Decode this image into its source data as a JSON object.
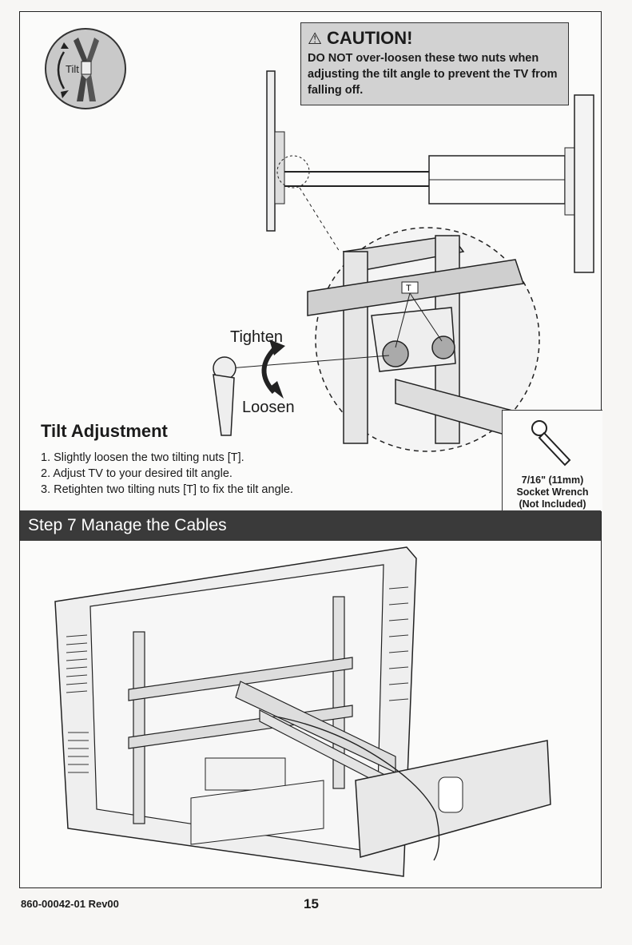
{
  "caution": {
    "title": "CAUTION!",
    "body": "DO NOT over-loosen these two nuts when adjusting the tilt angle to prevent the TV from falling off."
  },
  "tilt_icon": {
    "label": "Tilt"
  },
  "diagram": {
    "tighten": "Tighten",
    "loosen": "Loosen",
    "nut_marker": "T"
  },
  "tilt_adjustment": {
    "heading": "Tilt Adjustment",
    "steps": [
      "1. Slightly loosen the two tilting nuts [T].",
      "2. Adjust TV to your desired tilt angle.",
      "3. Retighten two tilting nuts [T] to fix the tilt angle."
    ]
  },
  "tool": {
    "size": "7/16\" (11mm)",
    "name": "Socket Wrench",
    "note": "(Not Included)"
  },
  "step7": {
    "title": "Step 7 Manage the Cables"
  },
  "footer": {
    "code": "860-00042-01 Rev00",
    "page": "15"
  }
}
